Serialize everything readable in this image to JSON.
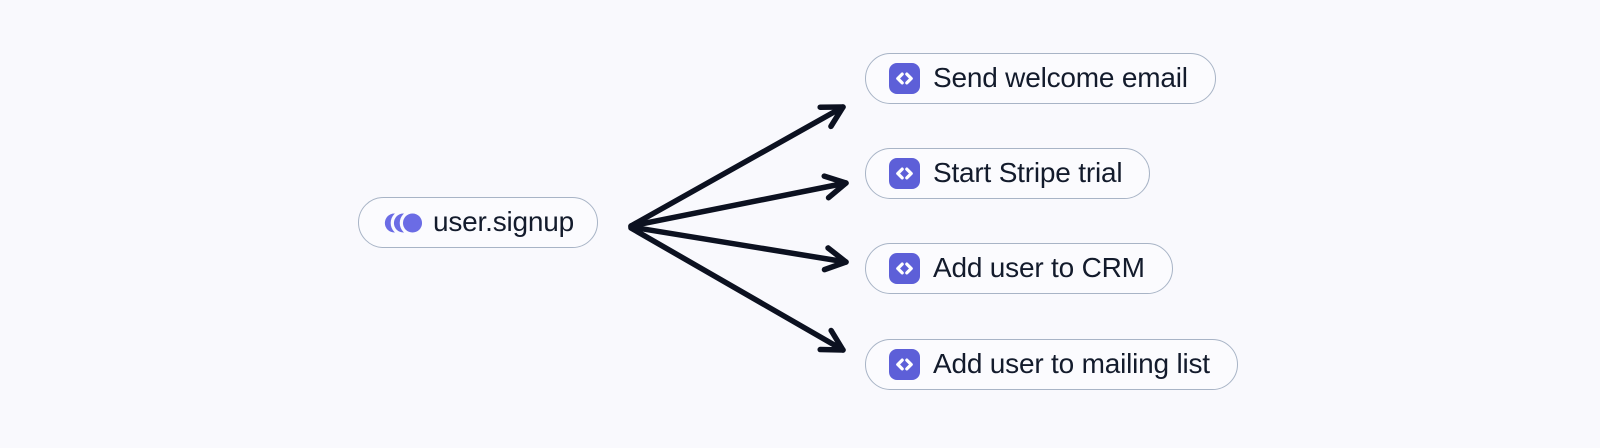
{
  "diagram": {
    "trigger": {
      "label": "user.signup",
      "icon": "event-pulse-icon"
    },
    "functions": [
      {
        "label": "Send welcome email",
        "icon": "code-icon"
      },
      {
        "label": "Start Stripe trial",
        "icon": "code-icon"
      },
      {
        "label": "Add user to CRM",
        "icon": "code-icon"
      },
      {
        "label": "Add user to mailing list",
        "icon": "code-icon"
      }
    ],
    "edges": [
      {
        "from": "user.signup",
        "to": "Send welcome email"
      },
      {
        "from": "user.signup",
        "to": "Start Stripe trial"
      },
      {
        "from": "user.signup",
        "to": "Add user to CRM"
      },
      {
        "from": "user.signup",
        "to": "Add user to mailing list"
      }
    ],
    "colors": {
      "background": "#f9f9fd",
      "pill_border": "#a8b4c6",
      "pill_background": "#fbfbfe",
      "text": "#131b2c",
      "arrow": "#0c1120",
      "event_icon": "#6b6ce5",
      "code_icon_background": "#5d5fd8",
      "code_icon_glyph": "#ffffff"
    }
  }
}
